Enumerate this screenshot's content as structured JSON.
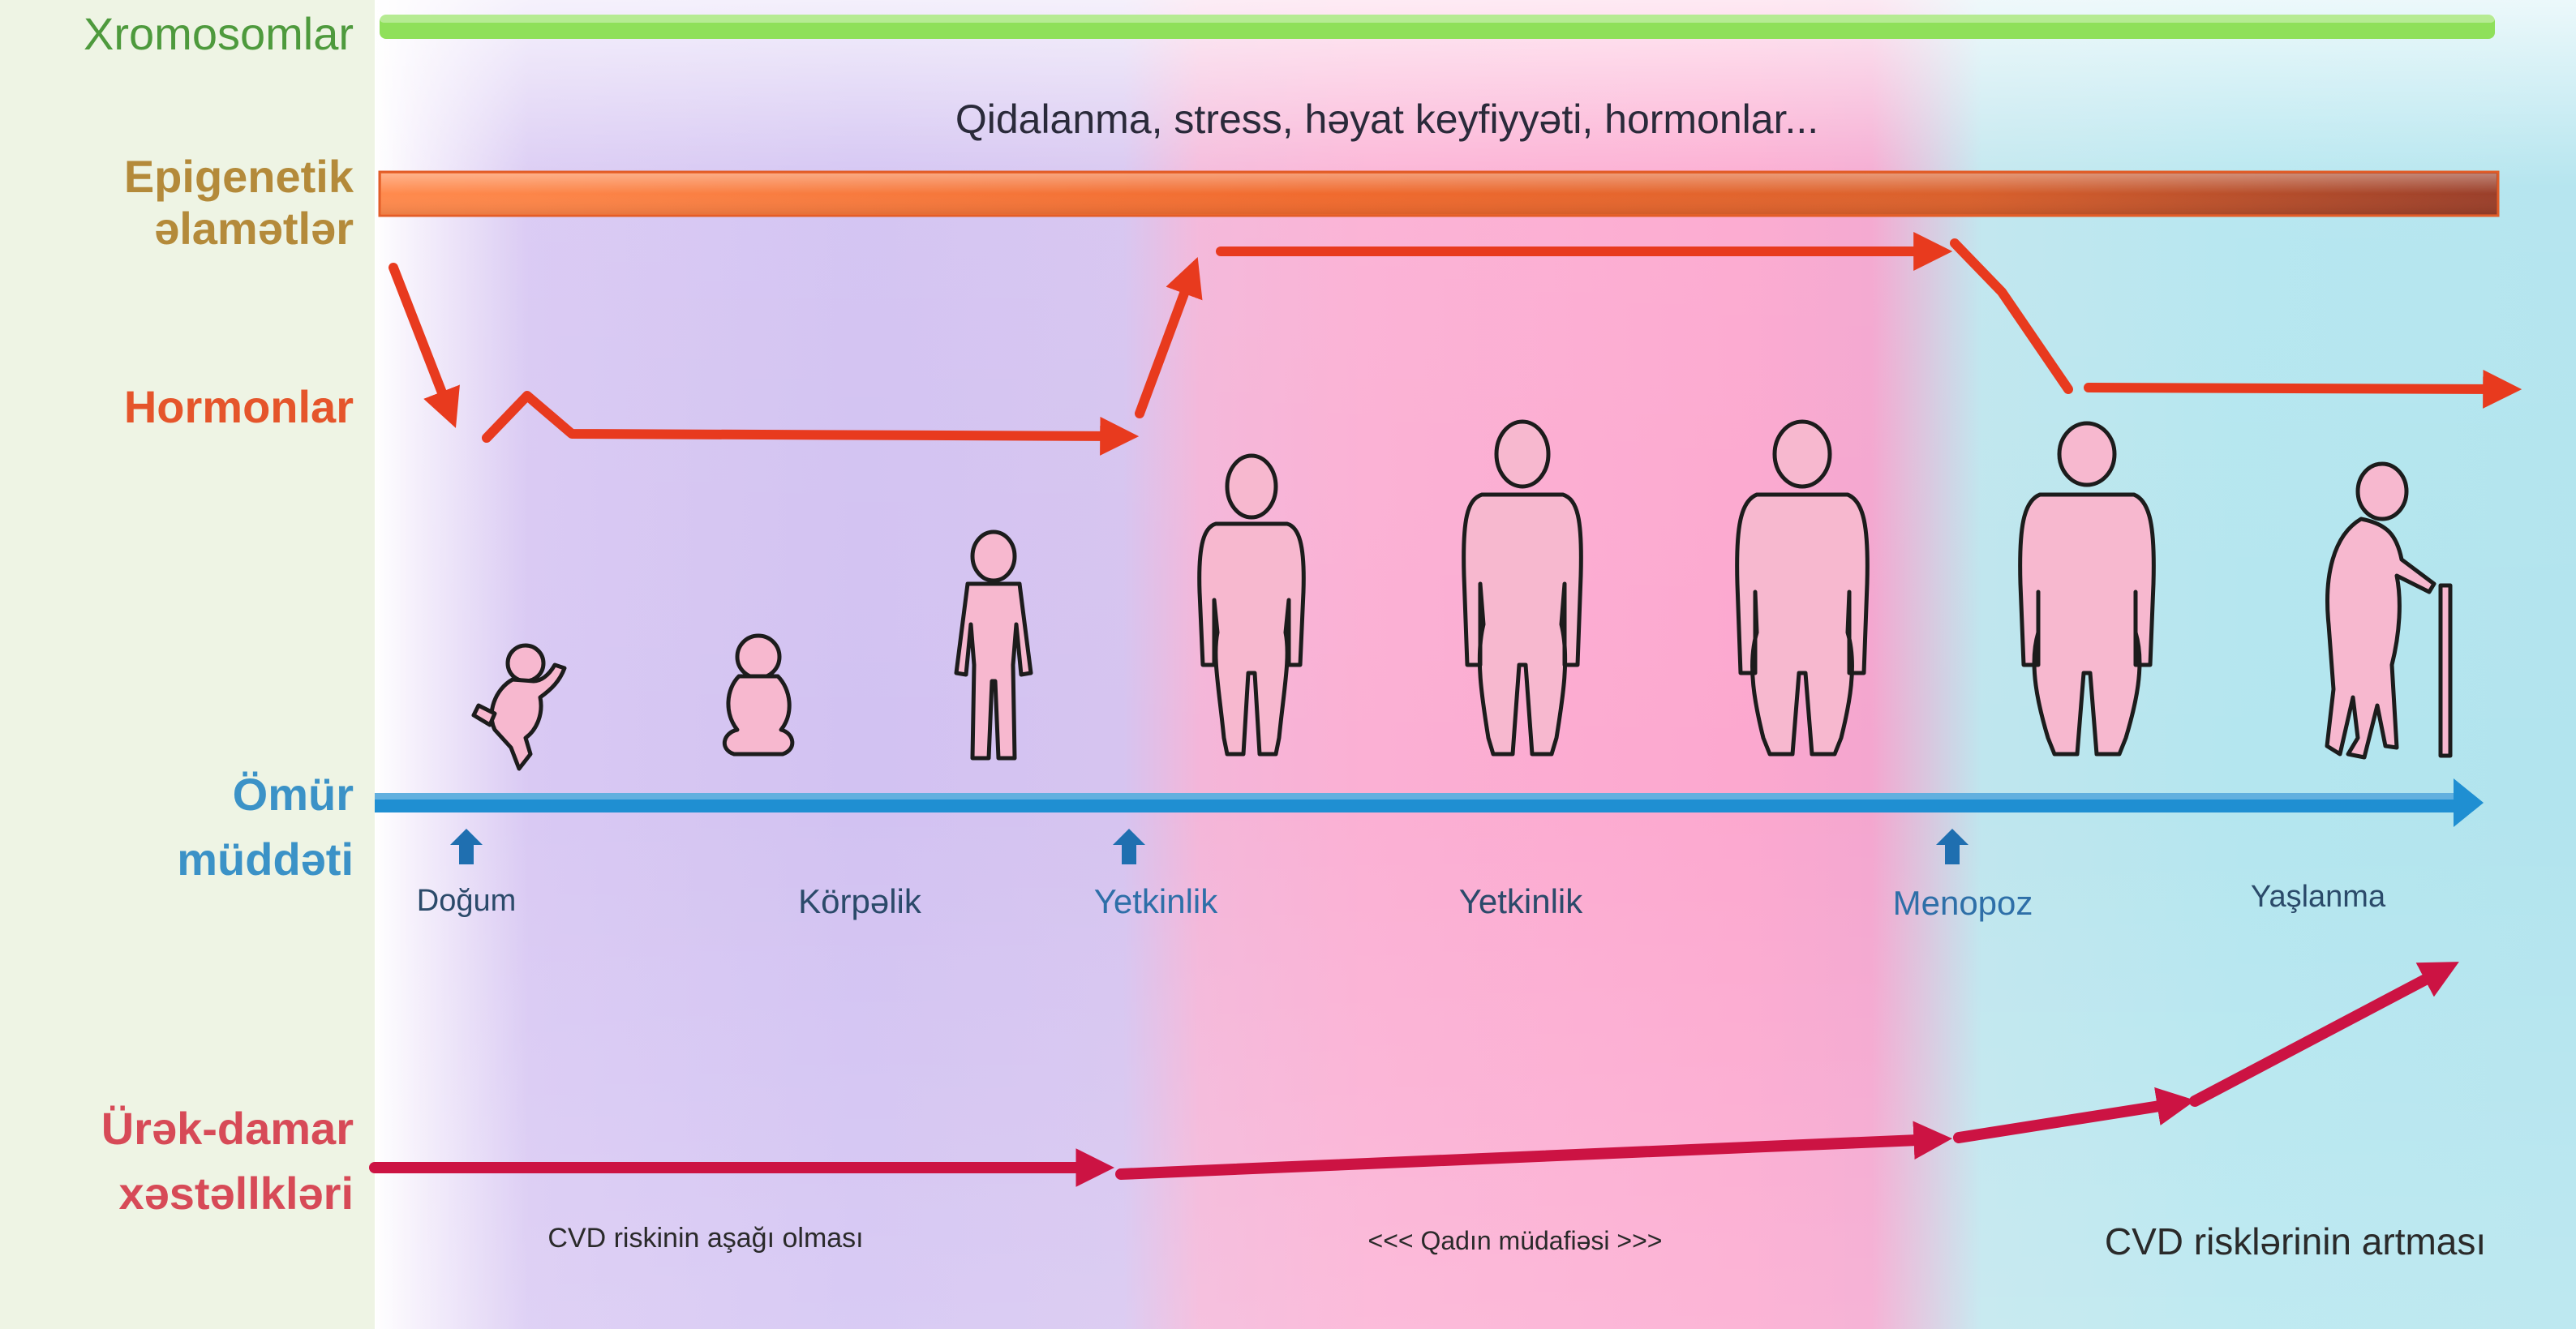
{
  "row_labels": {
    "chromosomes": "Xromosomlar",
    "epigenetic_line1": "Epigenetik",
    "epigenetic_line2": "əlamətlər",
    "hormones": "Hormonlar",
    "lifespan_line1": "Ömür",
    "lifespan_line2": "müddəti",
    "cvd_line1": "Ürək-damar",
    "cvd_line2": "xəstəllkləri"
  },
  "factors_text": "Qidalanma, stress, həyat keyfiyyəti, hormonlar...",
  "stages": {
    "birth": "Doğum",
    "infancy": "Körpəlik",
    "puberty": "Yetkinlik",
    "adulthood": "Yetkinlik",
    "menopause": "Menopoz",
    "aging": "Yaşlanma"
  },
  "captions": {
    "low_risk": "CVD riskinin aşağı olması",
    "female_protection": "<<< Qadın müdafiəsi >>>",
    "rising_risk": "CVD risklərinin artması"
  },
  "colors": {
    "chromosome_bar": "#8fe05a",
    "epigenetic_start": "#ff7a3a",
    "epigenetic_end": "#a4432a",
    "hormone_line": "#e83a1e",
    "lifespan_arrow": "#1f8fd2",
    "cvd_line": "#cc1343",
    "figure_fill": "#f7b8cf",
    "label_green": "#4e9a3d",
    "label_olive": "#b48a3a",
    "label_orange": "#e5552b",
    "label_blue": "#3b92c7",
    "label_red": "#d74a57",
    "stage_blue": "#2e6fa8",
    "stage_dark": "#2b4a6a"
  }
}
